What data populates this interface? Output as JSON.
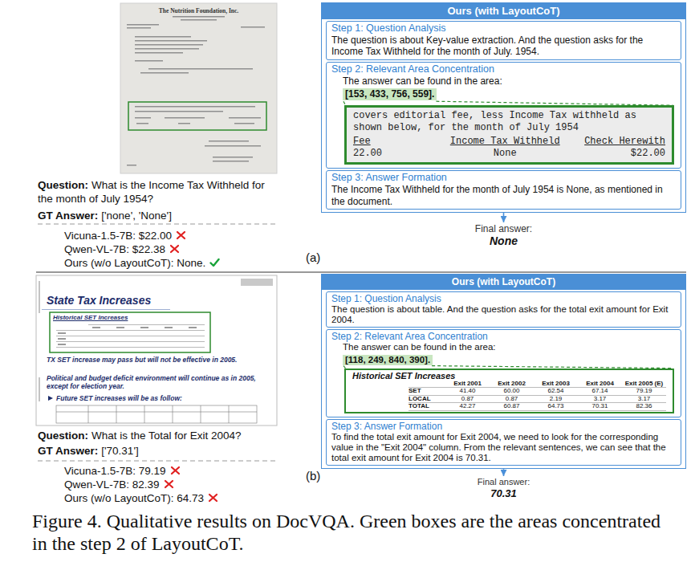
{
  "diagram": {
    "caption": "Figure 4. Qualitative results on DocVQA. Green boxes are the areas concentrated in the step 2 of LayoutCoT.",
    "nodes": [
      {
        "text": [
          "Ours (with LayoutCoT)"
        ]
      },
      {
        "text": [
          "Step 1: Question Analysis",
          "The question is about Key-value extraction. And the question asks for the Income Tax Withheld for the month of July. 1954."
        ],
        "in": 0
      },
      {
        "text": [
          "Step 2: Relevant Area Concentration",
          "The answer can be found in the area:",
          "[153, 433, 756, 559]."
        ],
        "in": 0
      },
      {
        "text": [
          "covers editorial fee, less Income Tax withheld as shown below, for the month of July 1954",
          "Fee",
          "Income Tax Withheld",
          "Check Herewith",
          "22.00",
          "None",
          "$22.00"
        ],
        "in": 2
      },
      {
        "text": [
          "Step 3: Answer Formation",
          "The Income Tax Withheld for the month of July 1954 is None, as mentioned in the document."
        ],
        "in": 0
      },
      {
        "text": [
          "Final answer:",
          "None"
        ]
      },
      {
        "text": [
          "Ours (with LayoutCoT)"
        ]
      },
      {
        "text": [
          "Step 1: Question Analysis",
          "The question is about table. And the question asks for the total exit amount for Exit 2004."
        ],
        "in": 6
      },
      {
        "text": [
          "Step 2: Relevant Area Concentration",
          "The answer can be found in the area:",
          "[118, 249, 840, 390]."
        ],
        "in": 6
      },
      {
        "text": [
          "Historical SET Increases",
          "Exit 2001",
          "Exit 2002",
          "Exit 2003",
          "Exit 2004",
          "Exit 2005 (E)",
          "SET",
          "41.40",
          "60.00",
          "62.54",
          "67.14",
          "79.19",
          "LOCAL",
          "0.87",
          "0.87",
          "2.19",
          "3.17",
          "3.17",
          "TOTAL",
          "42.27",
          "60.87",
          "64.73",
          "70.31",
          "82.36"
        ],
        "in": 8
      },
      {
        "text": [
          "Step 3: Answer Formation",
          "To find the total exit amount for Exit 2004, we need to look for the corresponding value in the \"Exit 2004\" column. From the relevant sentences, we can see that the total exit amount for Exit 2004 is 70.31."
        ],
        "in": 6
      },
      {
        "text": [
          "Final answer:",
          "70.31"
        ]
      }
    ],
    "edges": [
      {
        "from": 0,
        "to": 5,
        "arrow": "to"
      },
      {
        "from": 6,
        "to": 11,
        "arrow": "to"
      }
    ],
    "labels": [
      "The Nutrition Foundation, Inc.",
      "Question:",
      "What is the Income Tax Withheld for the month of July 1954?",
      "GT Answer:",
      "['none', 'None']",
      "Vicuna-1.5-7B: $22.00",
      "Qwen-VL-7B: $22.38",
      "Ours (w/o LayoutCoT): None.",
      "(a)",
      "State Tax Increases",
      "Historical SET Increases",
      "TX SET increase may pass but will not be effective in 2005.",
      "Political and budget deficit environment will continue as in 2005, except for election year.",
      "Future SET increases will be as follow:",
      "Question:",
      "What is the Total for Exit 2004?",
      "GT Answer:",
      "['70.31']",
      "Vicuna-1.5-7B: 79.19",
      "Qwen-VL-7B: 82.39",
      "Ours (w/o LayoutCoT): 64.73",
      "(b)"
    ]
  }
}
